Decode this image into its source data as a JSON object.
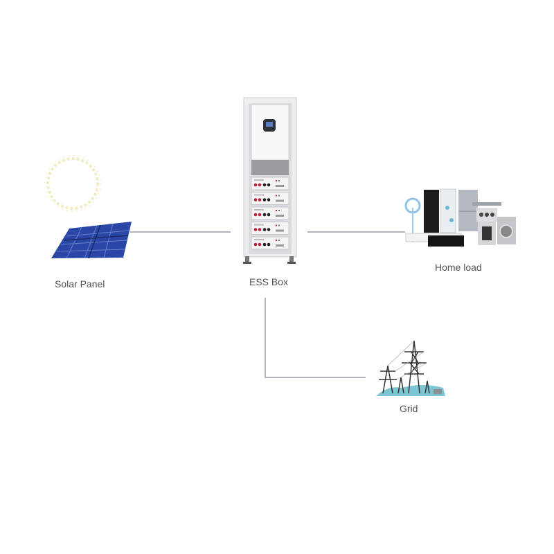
{
  "nodes": {
    "solar": {
      "label": "Solar Panel"
    },
    "ess": {
      "label": "ESS Box"
    },
    "home": {
      "label": "Home load"
    },
    "grid": {
      "label": "Grid"
    }
  },
  "colors": {
    "connector": "#b4b4bc",
    "label": "#555555",
    "panel": "#2a47a8",
    "water": "#7cc6d4"
  }
}
